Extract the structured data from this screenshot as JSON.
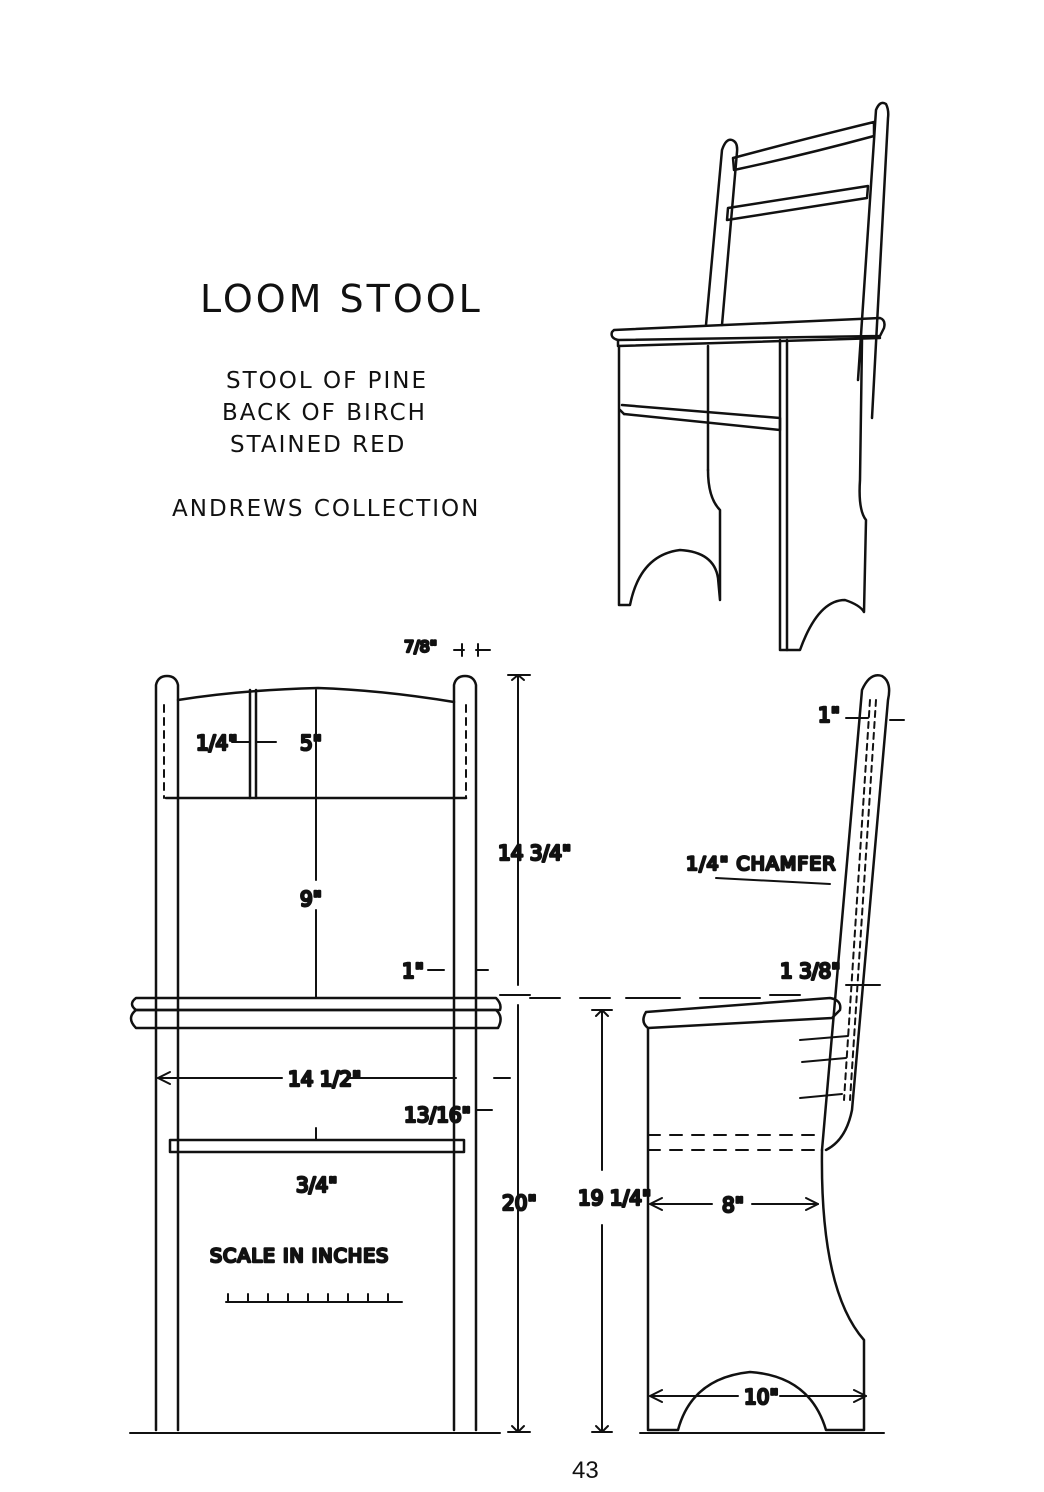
{
  "header": {
    "title": "LOOM STOOL",
    "materials": [
      "STOOL OF PINE",
      "BACK OF BIRCH",
      "STAINED RED"
    ],
    "collection": "ANDREWS COLLECTION"
  },
  "front_view": {
    "dim_back_gap": "1/4\"",
    "dim_back_panel": "5\"",
    "dim_back_height": "9\"",
    "dim_post_top": "7/8\"",
    "dim_total_back": "14 3/4\"",
    "dim_seat_thick": "1\"",
    "dim_width": "14 1/2\"",
    "dim_rail": "13/16\"",
    "dim_rail_thick": "3/4\"",
    "dim_seat_height": "20\"",
    "scale_label": "SCALE IN INCHES"
  },
  "side_view": {
    "dim_top": "1\"",
    "chamfer": "1/4\" CHAMFER",
    "dim_seat_lip": "1 3/8\"",
    "dim_height": "19 1/4\"",
    "dim_depth": "8\"",
    "dim_arch": "10\""
  },
  "footer": {
    "page_number": "43"
  }
}
